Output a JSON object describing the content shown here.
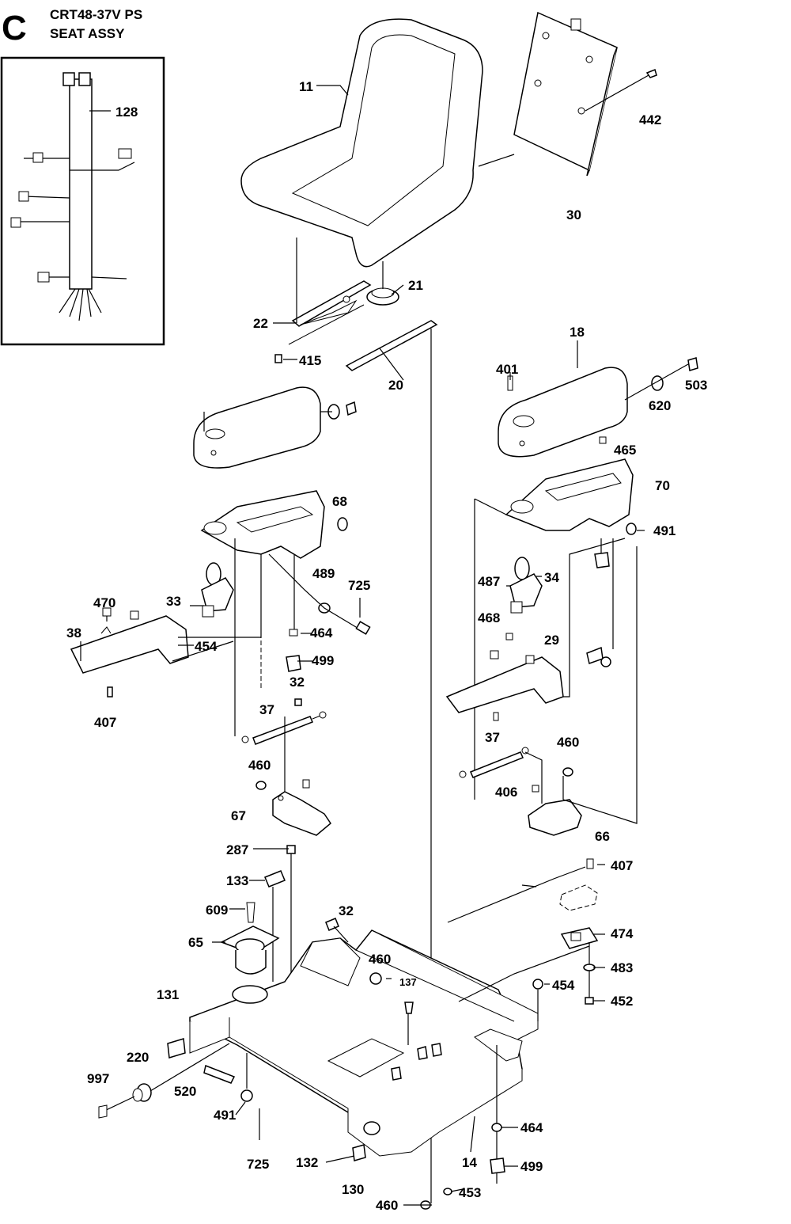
{
  "header": {
    "section_letter": "C",
    "model": "CRT48-37V PS",
    "title": "SEAT ASSY"
  },
  "callouts": [
    {
      "id": "c-128",
      "text": "128"
    },
    {
      "id": "c-11",
      "text": "11"
    },
    {
      "id": "c-442",
      "text": "442"
    },
    {
      "id": "c-30",
      "text": "30"
    },
    {
      "id": "c-21",
      "text": "21"
    },
    {
      "id": "c-22",
      "text": "22"
    },
    {
      "id": "c-415",
      "text": "415"
    },
    {
      "id": "c-20",
      "text": "20"
    },
    {
      "id": "c-18",
      "text": "18"
    },
    {
      "id": "c-401",
      "text": "401"
    },
    {
      "id": "c-503",
      "text": "503"
    },
    {
      "id": "c-620",
      "text": "620"
    },
    {
      "id": "c-465",
      "text": "465"
    },
    {
      "id": "c-70",
      "text": "70"
    },
    {
      "id": "c-68",
      "text": "68"
    },
    {
      "id": "c-491a",
      "text": "491"
    },
    {
      "id": "c-487",
      "text": "487"
    },
    {
      "id": "c-34",
      "text": "34"
    },
    {
      "id": "c-468",
      "text": "468"
    },
    {
      "id": "c-33",
      "text": "33"
    },
    {
      "id": "c-489",
      "text": "489"
    },
    {
      "id": "c-725a",
      "text": "725"
    },
    {
      "id": "c-470",
      "text": "470"
    },
    {
      "id": "c-38",
      "text": "38"
    },
    {
      "id": "c-454a",
      "text": "454"
    },
    {
      "id": "c-464a",
      "text": "464"
    },
    {
      "id": "c-499a",
      "text": "499"
    },
    {
      "id": "c-29",
      "text": "29"
    },
    {
      "id": "c-407a",
      "text": "407"
    },
    {
      "id": "c-32a",
      "text": "32"
    },
    {
      "id": "c-37a",
      "text": "37"
    },
    {
      "id": "c-37b",
      "text": "37"
    },
    {
      "id": "c-460a",
      "text": "460"
    },
    {
      "id": "c-460b",
      "text": "460"
    },
    {
      "id": "c-406",
      "text": "406"
    },
    {
      "id": "c-67",
      "text": "67"
    },
    {
      "id": "c-66",
      "text": "66"
    },
    {
      "id": "c-287",
      "text": "287"
    },
    {
      "id": "c-407b",
      "text": "407"
    },
    {
      "id": "c-133",
      "text": "133"
    },
    {
      "id": "c-609",
      "text": "609"
    },
    {
      "id": "c-32b",
      "text": "32"
    },
    {
      "id": "c-474",
      "text": "474"
    },
    {
      "id": "c-65",
      "text": "65"
    },
    {
      "id": "c-460c",
      "text": "460"
    },
    {
      "id": "c-483",
      "text": "483"
    },
    {
      "id": "c-137",
      "text": "137"
    },
    {
      "id": "c-454b",
      "text": "454"
    },
    {
      "id": "c-452",
      "text": "452"
    },
    {
      "id": "c-131",
      "text": "131"
    },
    {
      "id": "c-220",
      "text": "220"
    },
    {
      "id": "c-997",
      "text": "997"
    },
    {
      "id": "c-520",
      "text": "520"
    },
    {
      "id": "c-491b",
      "text": "491"
    },
    {
      "id": "c-464b",
      "text": "464"
    },
    {
      "id": "c-725b",
      "text": "725"
    },
    {
      "id": "c-132",
      "text": "132"
    },
    {
      "id": "c-14",
      "text": "14"
    },
    {
      "id": "c-499b",
      "text": "499"
    },
    {
      "id": "c-130",
      "text": "130"
    },
    {
      "id": "c-453",
      "text": "453"
    },
    {
      "id": "c-460d",
      "text": "460"
    }
  ]
}
